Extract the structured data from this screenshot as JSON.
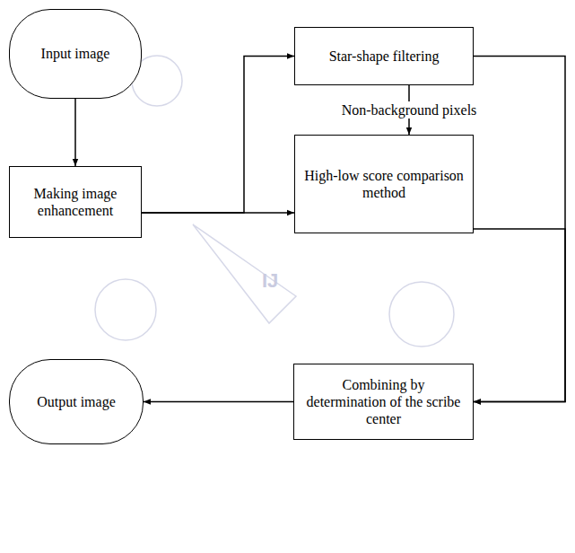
{
  "diagram": {
    "nodes": [
      {
        "text": [
          "Input image"
        ]
      },
      {
        "text": [
          "Making image enhancement"
        ]
      },
      {
        "text": [
          "Star-shape filtering"
        ]
      },
      {
        "text": [
          "High-low score comparison method"
        ]
      },
      {
        "text": [
          "Combining by determination of the scribe center"
        ]
      },
      {
        "text": [
          "Output image"
        ]
      }
    ],
    "edges": [
      {
        "from": 0,
        "to": 1,
        "arrow": "to"
      },
      {
        "from": 1,
        "to": 2,
        "arrow": "to"
      },
      {
        "from": 1,
        "to": 3,
        "arrow": "to"
      },
      {
        "from": 2,
        "to": 3,
        "label": "Non-background pixels",
        "arrow": "to"
      },
      {
        "from": 2,
        "to": 4,
        "arrow": "to"
      },
      {
        "from": 3,
        "to": 4,
        "arrow": "to"
      },
      {
        "from": 4,
        "to": 5,
        "arrow": "to"
      }
    ],
    "labels": [
      "IJ"
    ]
  }
}
